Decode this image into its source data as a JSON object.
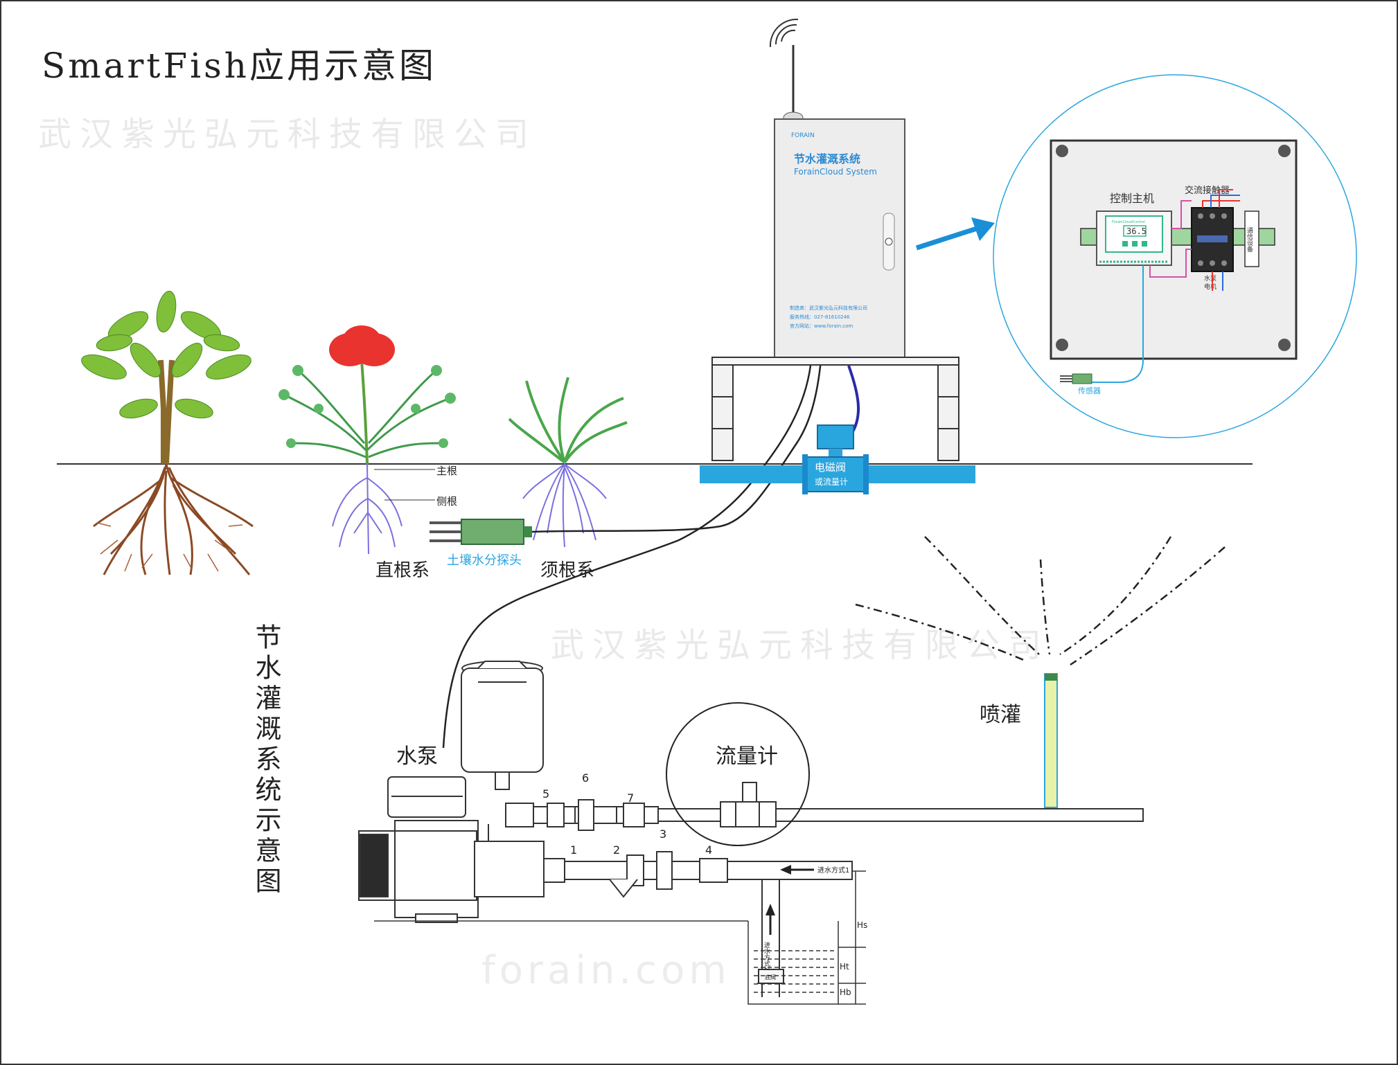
{
  "title": "SmartFish应用示意图",
  "watermark": {
    "company": "武汉紫光弘元科技有限公司",
    "site": "forain.com"
  },
  "colors": {
    "ground_blue": "#2aa6df",
    "arrow_blue": "#1b8fd6",
    "sensor_green": "#6fae6f",
    "panel_gray": "#ededed",
    "cabinet_text": "#2a8ad3",
    "lcd_green": "#2fb889",
    "root_purple": "#7a6fe0",
    "flower_red": "#e8332f"
  },
  "cabinet": {
    "brand": "FORAIN",
    "title_cn": "节水灌溉系统",
    "title_en": "ForainCloud System",
    "maker": "制造商：武汉紫光弘元科技有限公司",
    "hotline": "服务热线：027-81610246",
    "website": "官方网站：www.forain.com"
  },
  "panel": {
    "host_label": "控制主机",
    "contactor_label": "交流接触器",
    "lcd_value": "36.5",
    "lcd_header": "ForainCloudControl",
    "side_device": "通信设备",
    "motor_label_1": "水泵",
    "motor_label_2": "电机",
    "sensor_label": "传感器"
  },
  "meter": {
    "line1": "电磁阀",
    "line2": "或流量计"
  },
  "plants": {
    "taproot_system": "直根系",
    "fibrous_system": "须根系",
    "main_root": "主根",
    "lateral_root": "侧根",
    "soil_probe": "土壤水分探头"
  },
  "irrigation": {
    "vertical_title": "节水灌溉系统示意图",
    "pump_label": "水泵",
    "flowmeter_label": "流量计",
    "sprinkler_label": "喷灌",
    "inlet_1": "进水方式1",
    "inlet_2": "进水方式2",
    "foot_valve": "底阀",
    "hs": "Hs",
    "ht": "Ht",
    "hb": "Hb",
    "parts": [
      "1",
      "2",
      "3",
      "4",
      "5",
      "6",
      "7"
    ]
  }
}
